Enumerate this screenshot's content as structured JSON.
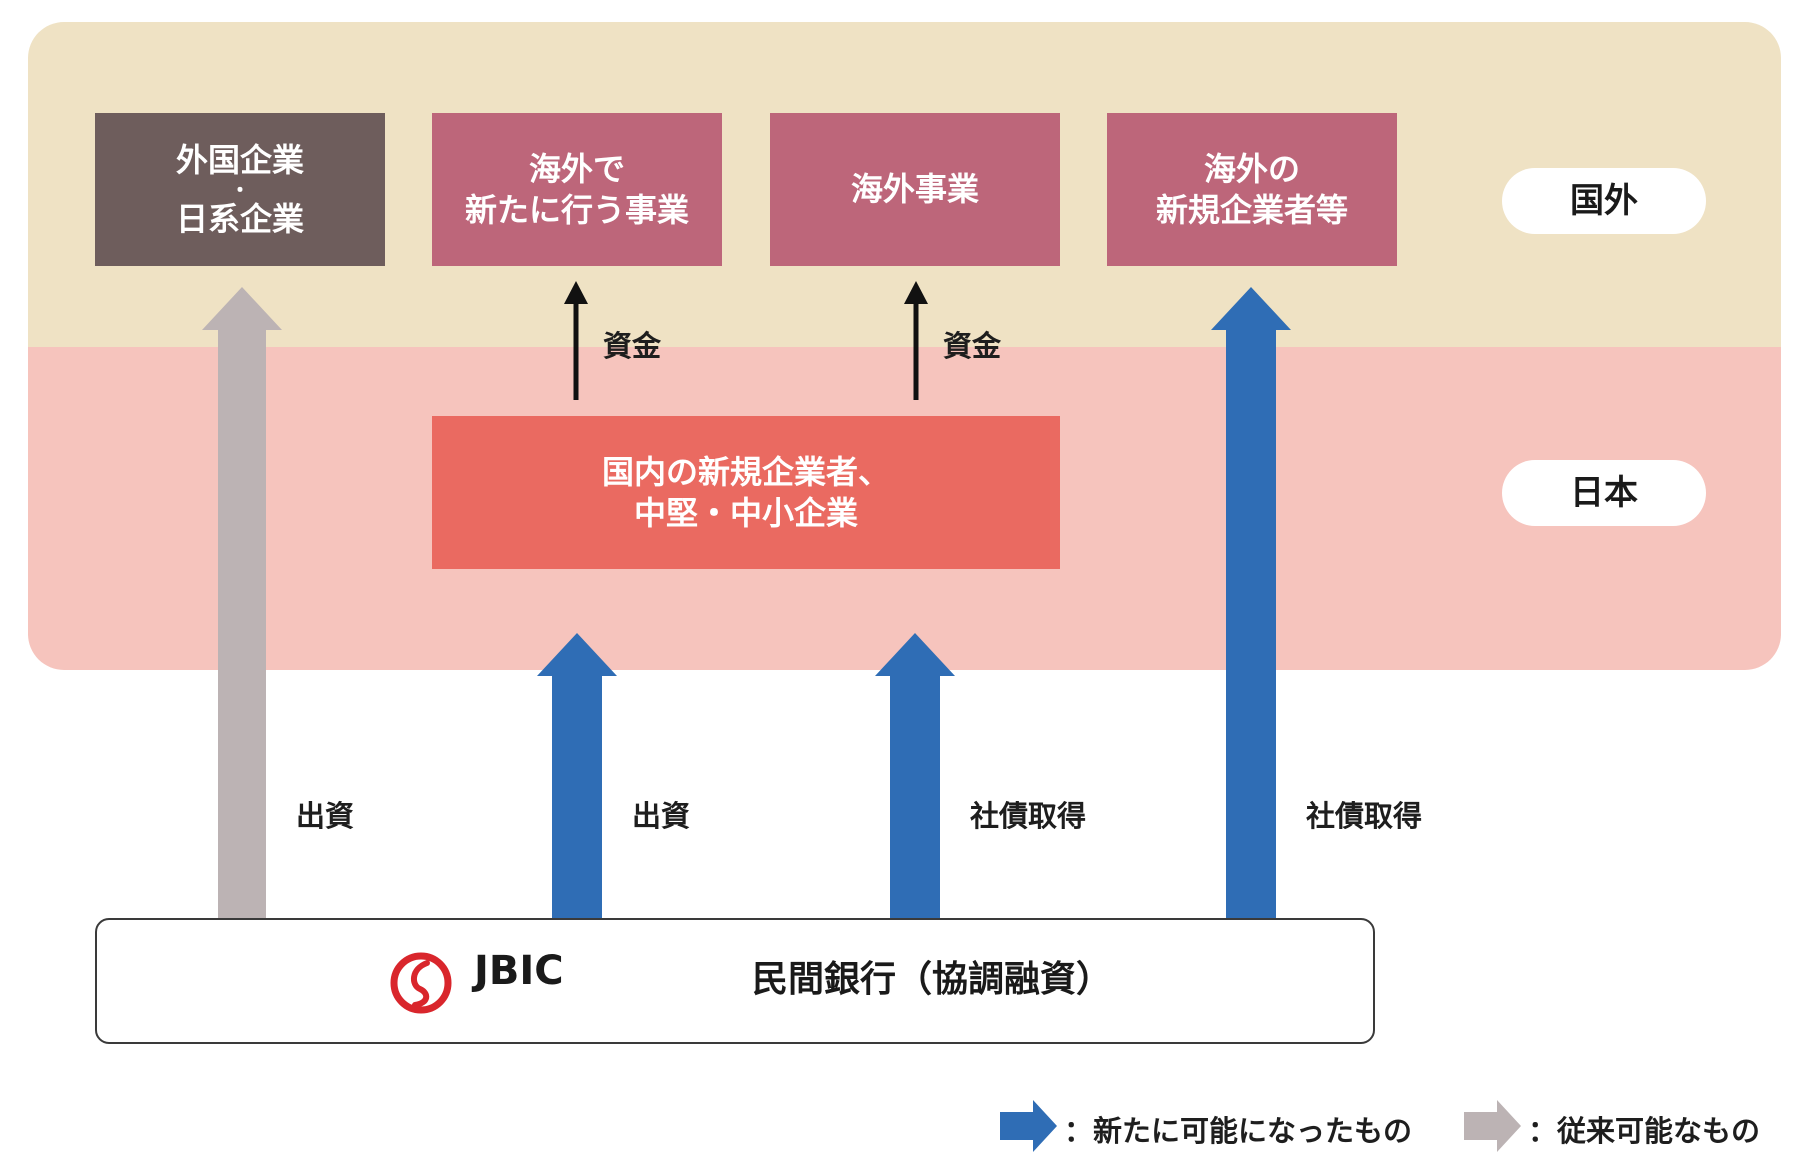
{
  "regions": {
    "overseas_label": "国外",
    "japan_label": "日本"
  },
  "boxes": {
    "foreign_companies": {
      "line1": "外国企業",
      "dot": "・",
      "line2": "日系企業"
    },
    "new_overseas_business": {
      "line1": "海外で",
      "line2": "新たに行う事業"
    },
    "overseas_business": {
      "text": "海外事業"
    },
    "overseas_new_entrants": {
      "line1": "海外の",
      "line2": "新規企業者等"
    },
    "domestic_companies": {
      "line1": "国内の新規企業者、",
      "line2": "中堅・中小企業"
    }
  },
  "arrow_labels": {
    "funds_1": "資金",
    "funds_2": "資金",
    "investment_1": "出資",
    "investment_2": "出資",
    "bond_acquisition_1": "社債取得",
    "bond_acquisition_2": "社債取得"
  },
  "bottom_bar": {
    "jbic": "JBIC",
    "bank": "民間銀行（協調融資）"
  },
  "legend": {
    "new_label": "：新たに可能になったもの",
    "conventional_label": "：従来可能なもの"
  },
  "colors": {
    "overseas_bg": "#efe2c4",
    "japan_bg": "#f6c4bd",
    "blue_arrow": "#2f6db5",
    "gray_arrow": "#bcb3b4",
    "jbic_red": "#d9262c"
  }
}
